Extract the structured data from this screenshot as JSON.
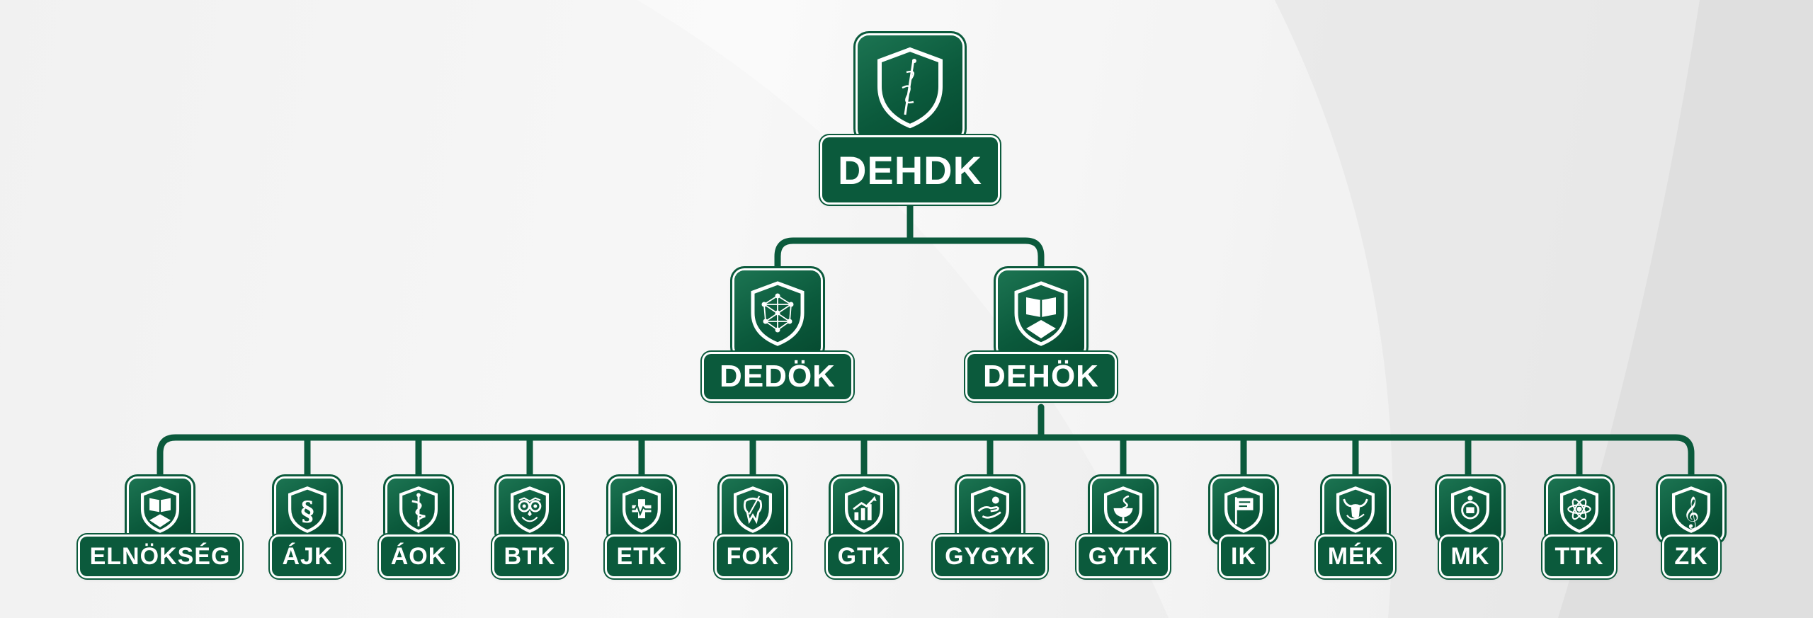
{
  "root": {
    "label": "DEHDK",
    "icon": "dehdk-emblem-icon"
  },
  "level2": [
    {
      "label": "DEDÖK",
      "icon": "network-shield-icon"
    },
    {
      "label": "DEHÖK",
      "icon": "book-shield-icon"
    }
  ],
  "level3": [
    {
      "label": "ELNÖKSÉG",
      "icon": "book-shield-icon"
    },
    {
      "label": "ÁJK",
      "icon": "section-sign-icon"
    },
    {
      "label": "ÁOK",
      "icon": "caduceus-icon"
    },
    {
      "label": "BTK",
      "icon": "owl-icon"
    },
    {
      "label": "ETK",
      "icon": "medical-cross-icon"
    },
    {
      "label": "FOK",
      "icon": "tooth-icon"
    },
    {
      "label": "GTK",
      "icon": "growth-chart-icon"
    },
    {
      "label": "GYGYK",
      "icon": "helping-hands-icon"
    },
    {
      "label": "GYTK",
      "icon": "pharmacy-bowl-icon"
    },
    {
      "label": "IK",
      "icon": "flag-icon"
    },
    {
      "label": "MÉK",
      "icon": "bull-icon"
    },
    {
      "label": "MK",
      "icon": "music-emblem-icon"
    },
    {
      "label": "TTK",
      "icon": "atom-icon"
    },
    {
      "label": "ZK",
      "icon": "treble-clef-icon"
    }
  ],
  "colors": {
    "primary": "#0b5a3c",
    "primary_light": "#1c7452",
    "text": "#ffffff"
  }
}
